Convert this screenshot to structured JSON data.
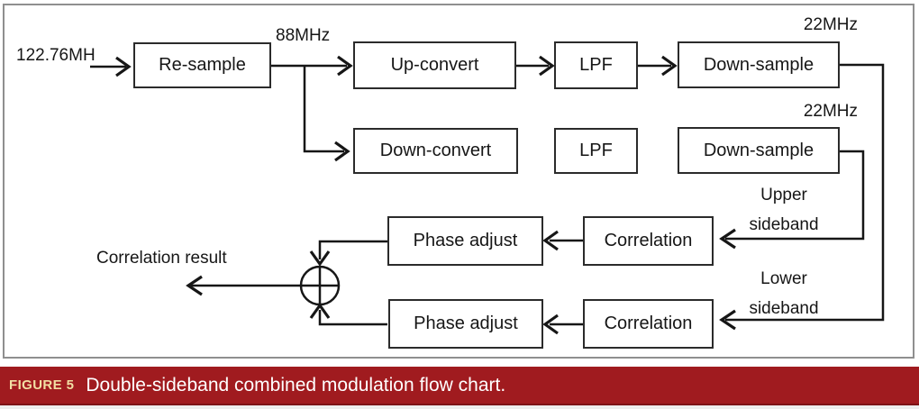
{
  "figure": {
    "caption_label": "FIGURE 5",
    "caption_text": "Double-sideband combined modulation flow chart.",
    "colors": {
      "caption_bar": "#A01B1F",
      "caption_label_text": "#F2DFA4",
      "caption_text_color": "#FFFFFF",
      "frame_border": "#8F8F8F",
      "diagram_ink": "#161616"
    }
  },
  "diagram": {
    "blocks": [
      {
        "id": "resample",
        "label": "Re-sample"
      },
      {
        "id": "upconvert",
        "label": "Up-convert"
      },
      {
        "id": "lpf1",
        "label": "LPF"
      },
      {
        "id": "downsample1",
        "label": "Down-sample"
      },
      {
        "id": "downconvert",
        "label": "Down-convert"
      },
      {
        "id": "lpf2",
        "label": "LPF"
      },
      {
        "id": "downsample2",
        "label": "Down-sample"
      },
      {
        "id": "phase1",
        "label": "Phase adjust"
      },
      {
        "id": "corr1",
        "label": "Correlation"
      },
      {
        "id": "phase2",
        "label": "Phase adjust"
      },
      {
        "id": "corr2",
        "label": "Correlation"
      }
    ],
    "annotations": {
      "input_rate": "122.76MH",
      "branch_rate": "88MHz",
      "rate_row1": "22MHz",
      "rate_row2": "22MHz",
      "upper_line1": "Upper",
      "upper_line2": "sideband",
      "lower_line1": "Lower",
      "lower_line2": "sideband",
      "output_label": "Correlation result"
    }
  }
}
